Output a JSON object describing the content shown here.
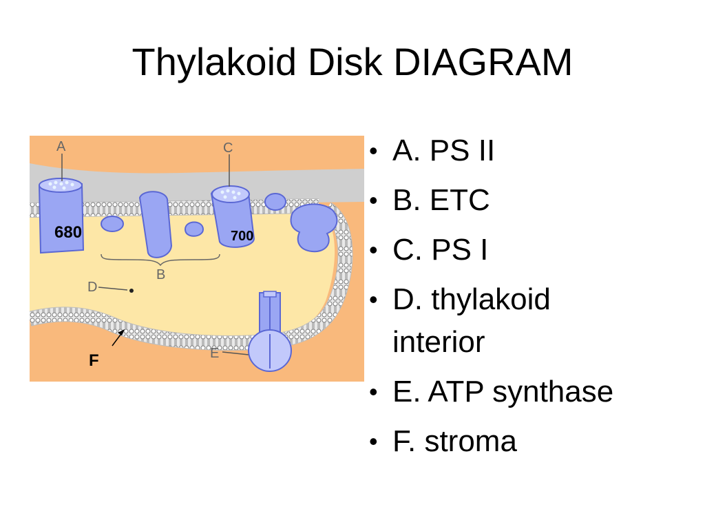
{
  "title": "Thylakoid Disk DIAGRAM",
  "figure": {
    "letters": {
      "a": "A",
      "b": "B",
      "c": "C",
      "d": "D",
      "e": "E"
    },
    "labels": {
      "ps2": "680",
      "ps1": "700",
      "f": "F"
    },
    "colors": {
      "stroma": "#f9b97c",
      "interior": "#fde7a7",
      "lumen_band": "#c8c8c8",
      "protein": "#9aa6f3",
      "protein_light": "#c2c9fb",
      "protein_dark": "#5a67d4"
    }
  },
  "bullets": [
    "A. PS II",
    "B. ETC",
    "C. PS I",
    "D. thylakoid interior",
    "E. ATP synthase",
    "F. stroma"
  ]
}
